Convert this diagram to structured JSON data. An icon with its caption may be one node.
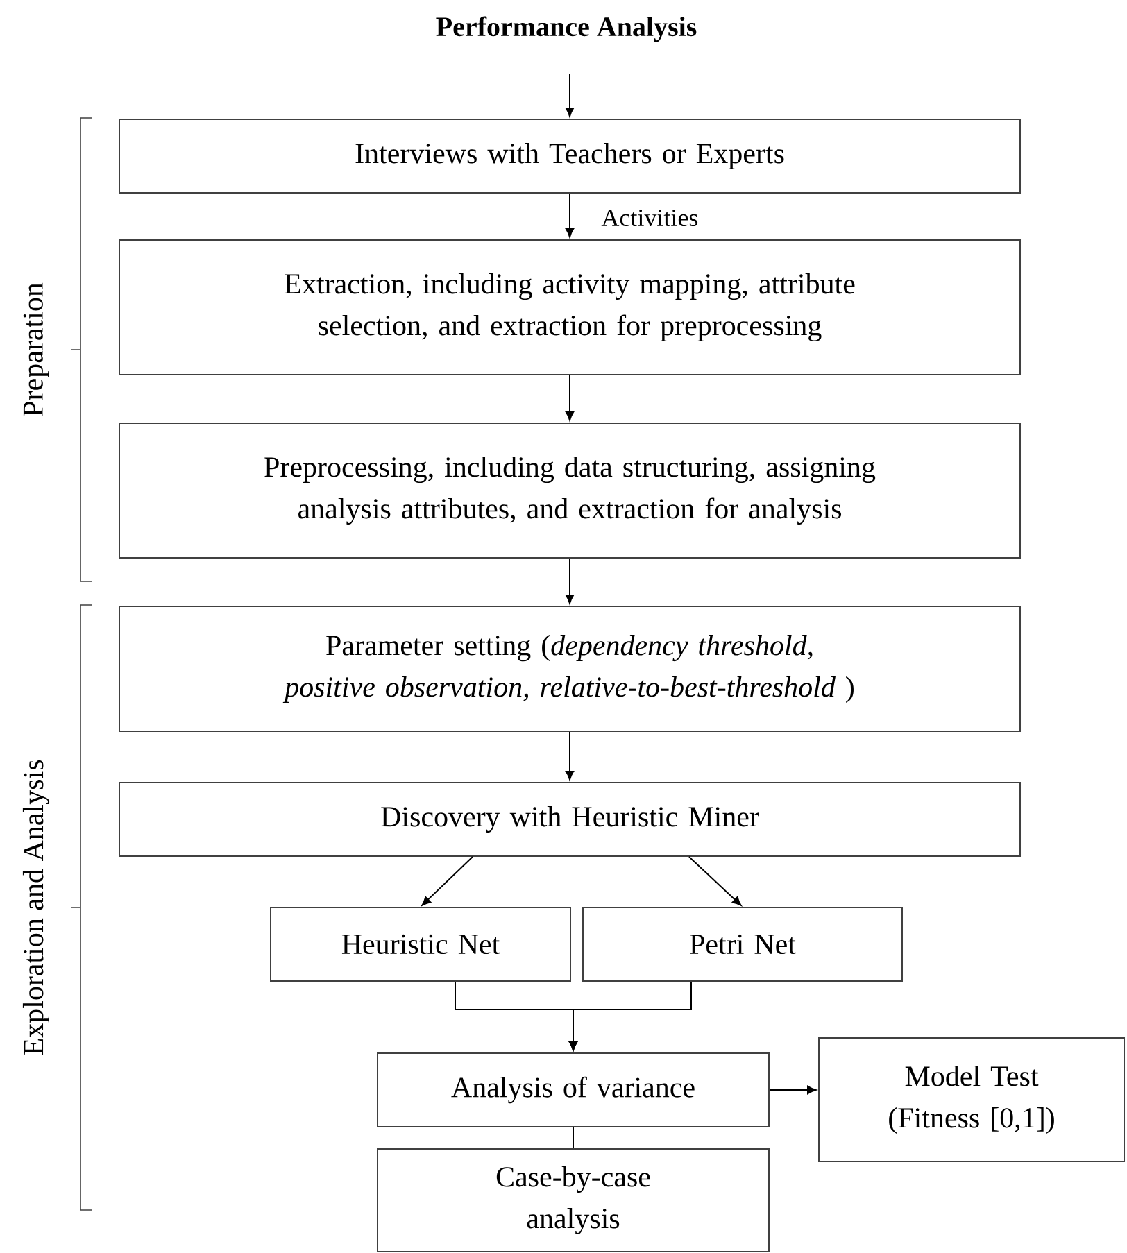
{
  "diagram": {
    "title": "Performance Analysis",
    "nodes": [
      {
        "text": [
          "Interviews with Teachers or Experts"
        ]
      },
      {
        "text": [
          "Extraction, including activity mapping, attribute selection, and extraction for preprocessing"
        ]
      },
      {
        "text": [
          "Preprocessing, including data structuring, assigning analysis attributes, and extraction for analysis"
        ]
      },
      {
        "text": [
          "Parameter setting (*dependency threshold, positive observation, relative-to-best-threshold* )"
        ]
      },
      {
        "text": [
          "Discovery with Heuristic Miner"
        ]
      },
      {
        "text": [
          "Heuristic Net"
        ]
      },
      {
        "text": [
          "Petri Net"
        ]
      },
      {
        "text": [
          "Analysis of variance"
        ]
      },
      {
        "text": [
          "Model Test (Fitness [0,1])"
        ]
      },
      {
        "text": [
          "Case-by-case analysis"
        ]
      }
    ],
    "edges": [
      {
        "from": null,
        "to": 0,
        "arrow": "to"
      },
      {
        "from": 0,
        "to": 1,
        "arrow": "to",
        "label": "Activities"
      },
      {
        "from": 1,
        "to": 2,
        "arrow": "to"
      },
      {
        "from": 2,
        "to": 3,
        "arrow": "to"
      },
      {
        "from": 3,
        "to": 4,
        "arrow": "to"
      },
      {
        "from": 4,
        "to": 5,
        "arrow": "to"
      },
      {
        "from": 4,
        "to": 6,
        "arrow": "to"
      },
      {
        "from": 5,
        "to": 7,
        "arrow": "to"
      },
      {
        "from": 6,
        "to": 7,
        "arrow": "to"
      },
      {
        "from": 7,
        "to": 8,
        "arrow": "to"
      },
      {
        "from": 7,
        "to": 9,
        "arrow": "none"
      }
    ],
    "labels": [
      "Preparation",
      "Exploration and Analysis"
    ]
  }
}
